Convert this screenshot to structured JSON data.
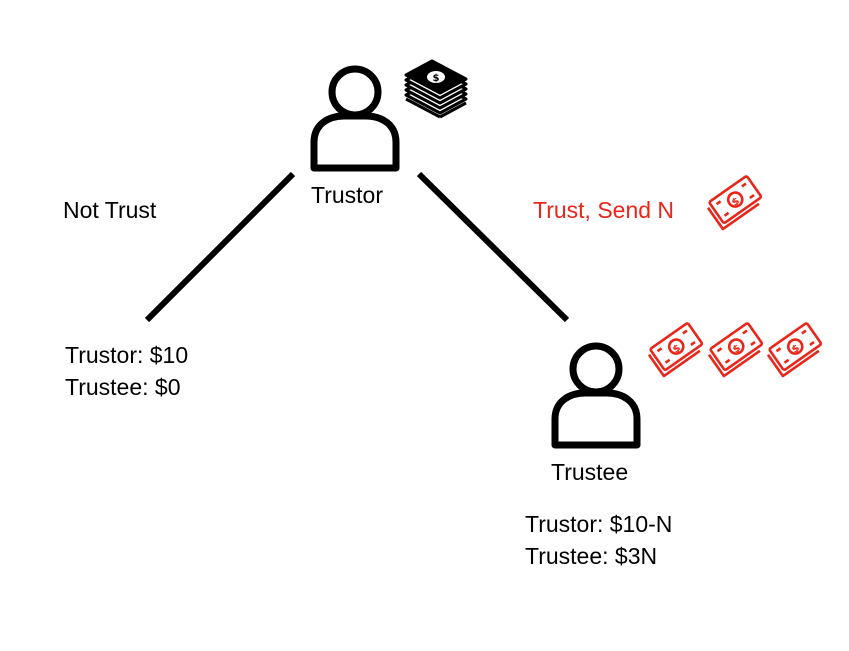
{
  "nodes": {
    "trustor": {
      "label": "Trustor"
    },
    "trustee": {
      "label": "Trustee"
    }
  },
  "edges": {
    "not_trust": {
      "label": "Not Trust",
      "color": "#000000"
    },
    "trust": {
      "label": "Trust, Send N",
      "color": "#e8261a"
    }
  },
  "outcomes": {
    "not_trust": {
      "trustor": "Trustor: $10",
      "trustee": "Trustee: $0"
    },
    "trust": {
      "trustor": "Trustor: $10-N",
      "trustee": "Trustee: $3N"
    }
  },
  "icons": {
    "person": "person-icon",
    "money_stack": "money-stack-icon",
    "bill": "dollar-bill-icon"
  },
  "colors": {
    "ink": "#000000",
    "accent": "#e8261a"
  }
}
